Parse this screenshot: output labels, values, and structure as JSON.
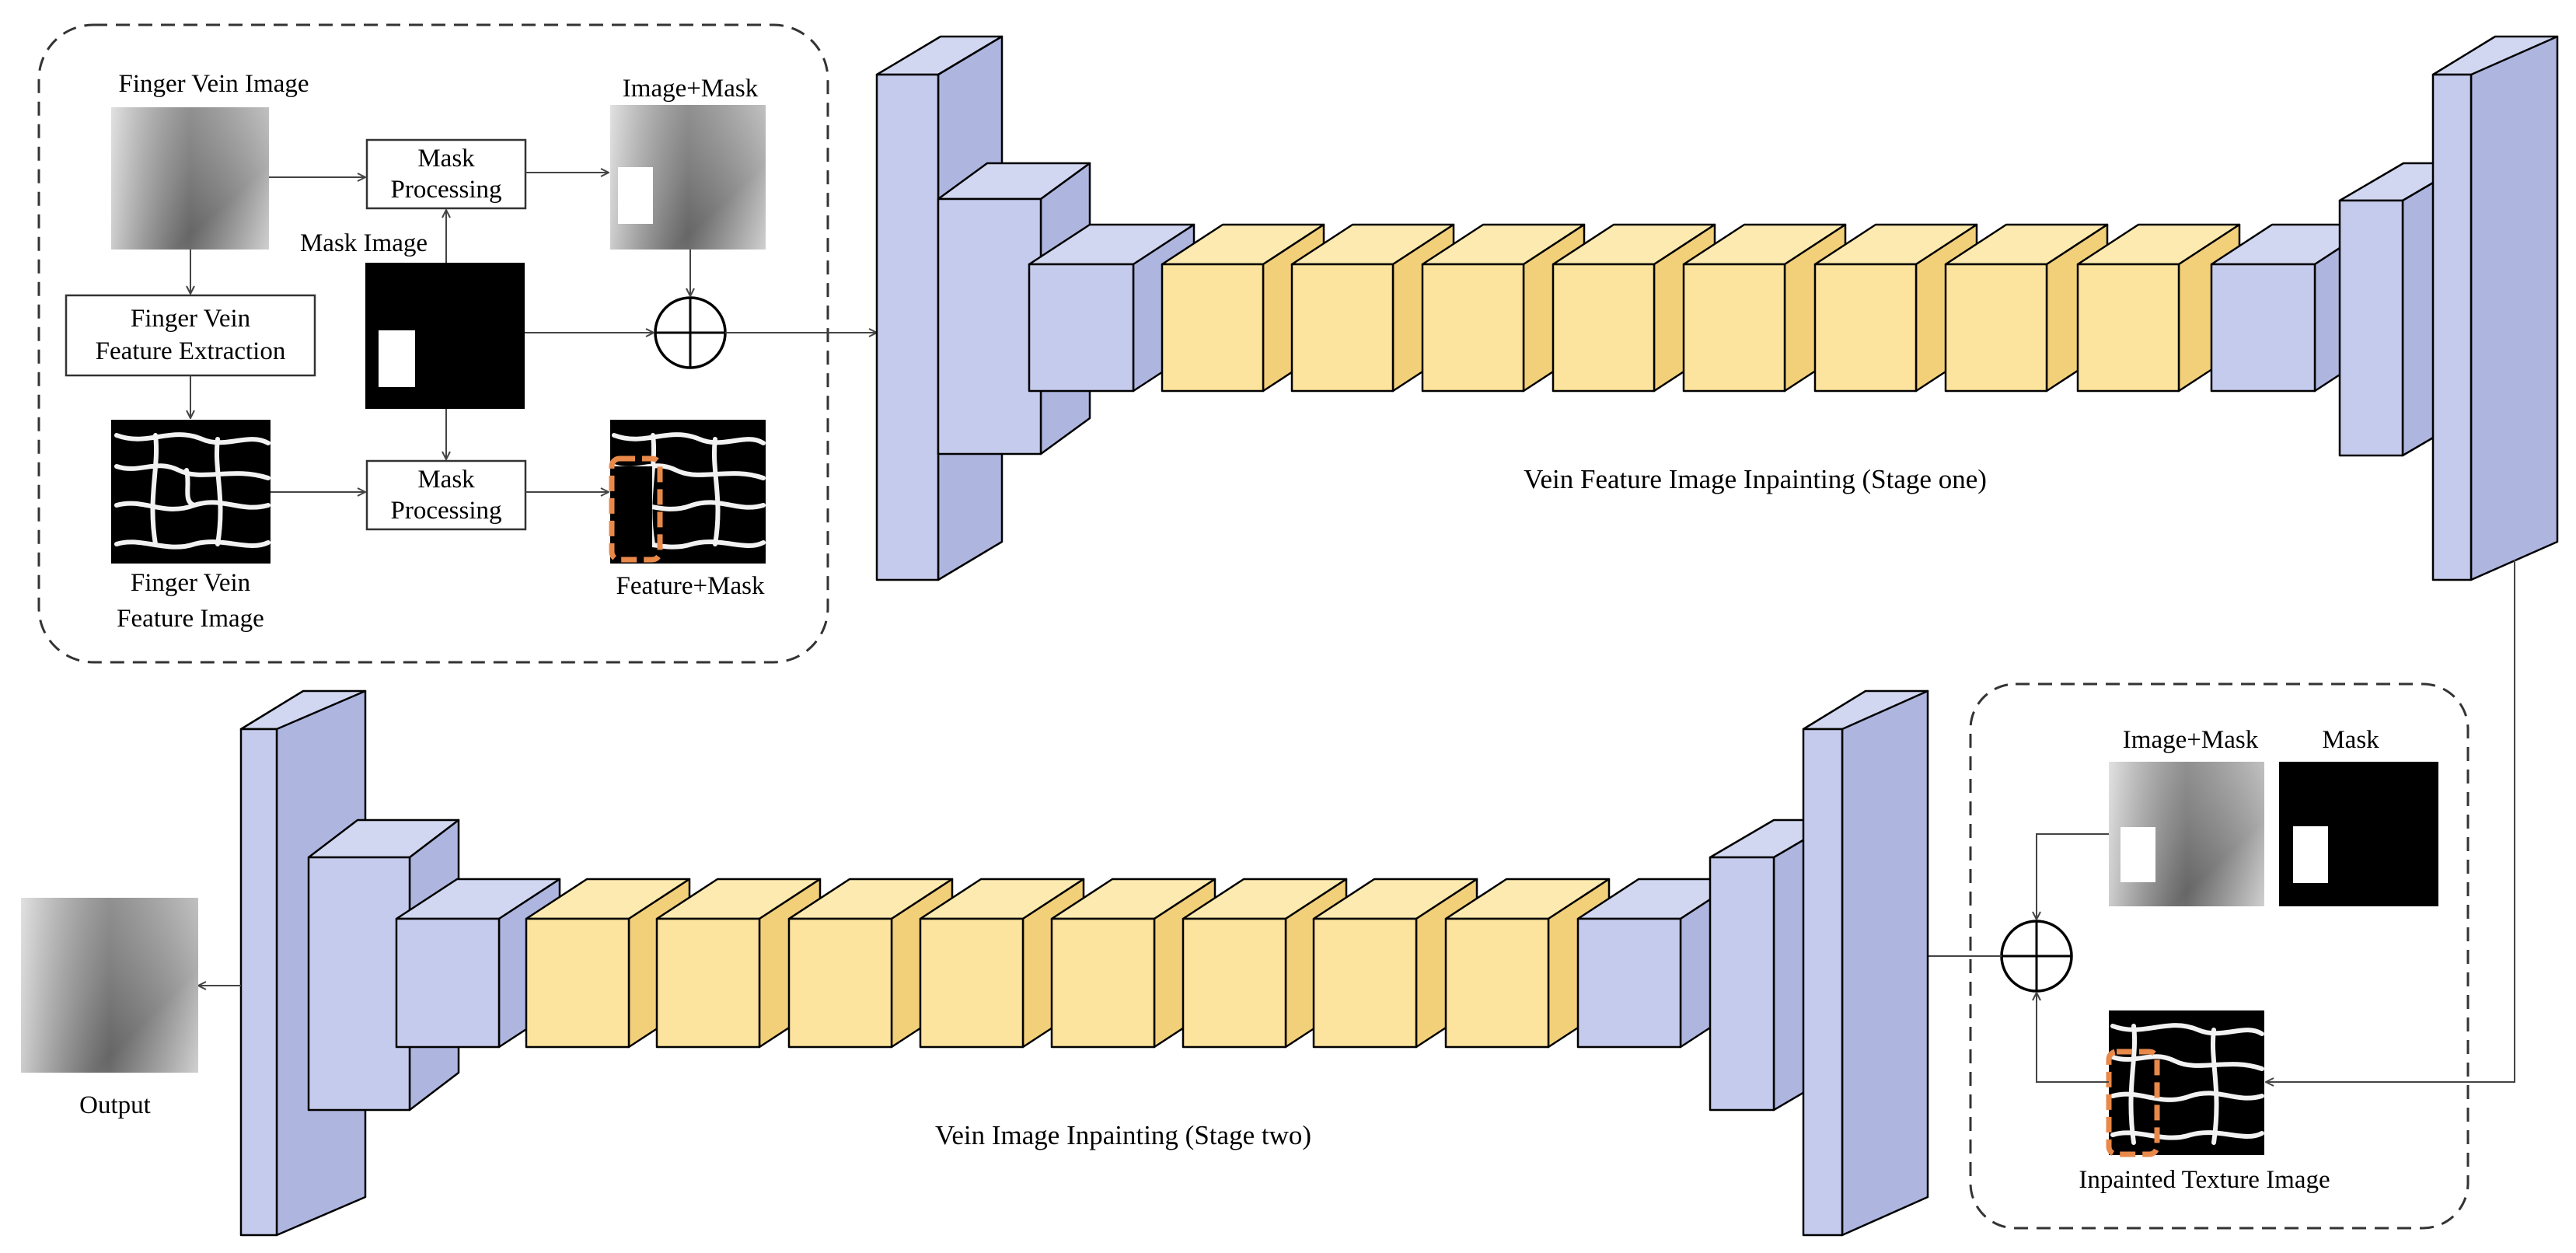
{
  "labels": {
    "finger_vein_image": "Finger Vein Image",
    "image_mask_top": "Image+Mask",
    "mask_processing": [
      "Mask",
      "Processing"
    ],
    "mask_image": "Mask Image",
    "feature_extraction": [
      "Finger Vein",
      "Feature Extraction"
    ],
    "feature_image": [
      "Finger Vein",
      "Feature Image"
    ],
    "feature_mask": "Feature+Mask",
    "stage_one": "Vein Feature Image Inpainting (Stage one)",
    "stage_two": "Vein  Image Inpainting (Stage two)",
    "image_mask_bottom": "Image+Mask",
    "mask": "Mask",
    "inpainted_texture": "Inpainted Texture  Image",
    "output": "Output"
  },
  "colors": {
    "encoder_block": "#c5cbec",
    "residual_block": "#fde49e",
    "mask_highlight": "#e8894a",
    "line": "#444444"
  },
  "network": {
    "stage_one_residual_blocks": 8,
    "stage_two_residual_blocks": 8
  }
}
